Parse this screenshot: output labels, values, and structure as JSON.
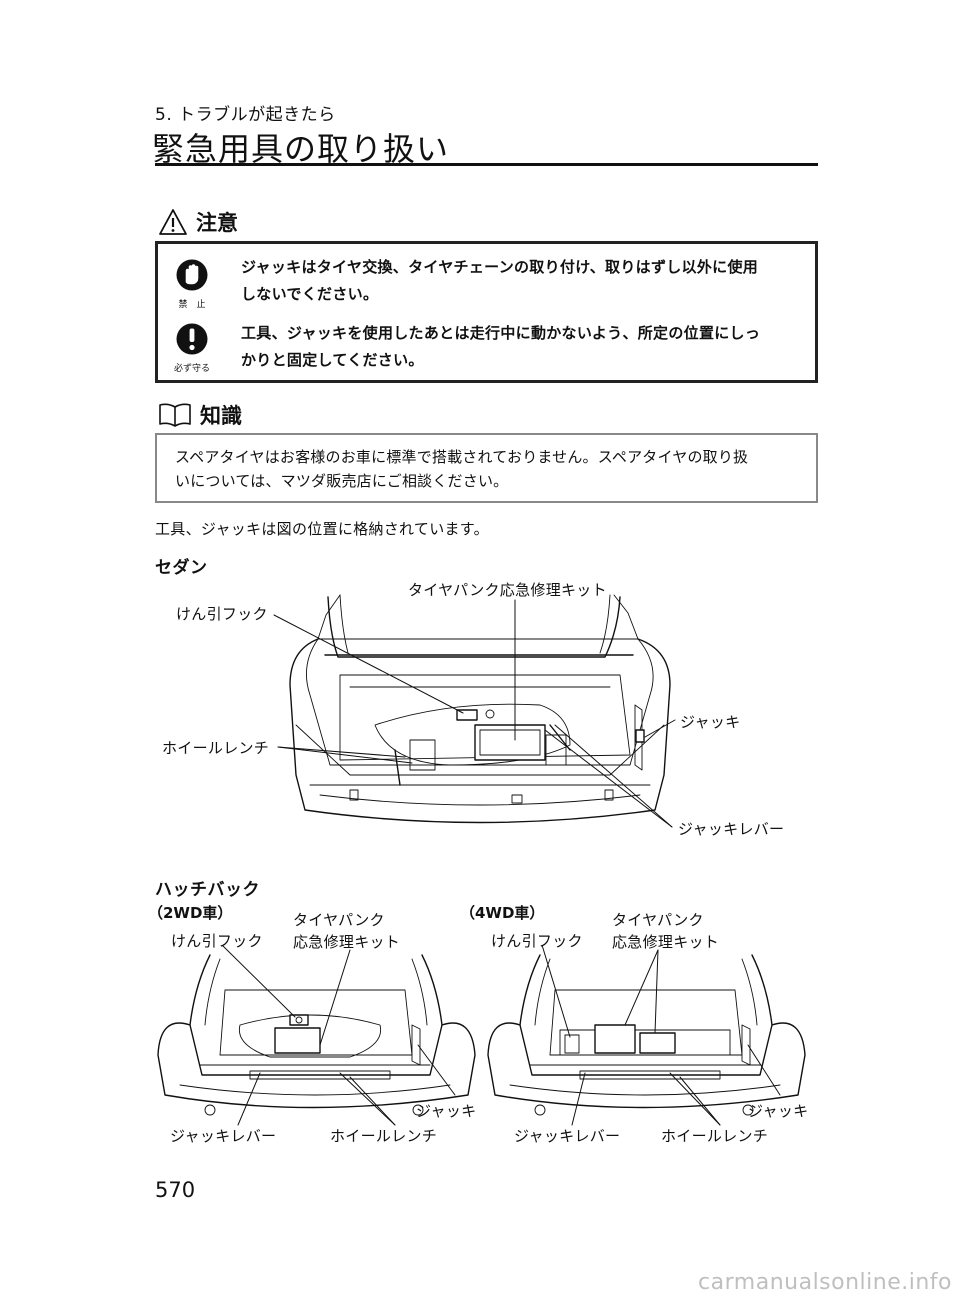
{
  "header": {
    "section_sub": "5. トラブルが起きたら",
    "section_title": "緊急用具の取り扱い"
  },
  "caution": {
    "heading": "注意",
    "items": [
      {
        "icon": "prohibited-hand-icon",
        "icon_caption": "禁　止",
        "line1": "ジャッキはタイヤ交換、タイヤチェーンの取り付け、取りはずし以外に使用",
        "line2": "しないでください。"
      },
      {
        "icon": "must-observe-exclamation-icon",
        "icon_caption": "必ず守る",
        "line1": "工具、ジャッキを使用したあとは走行中に動かないよう、所定の位置にしっ",
        "line2": "かりと固定してください。"
      }
    ]
  },
  "knowledge": {
    "heading": "知識",
    "line1": "スペアタイヤはお客様のお車に標準で搭載されておりません。スペアタイヤの取り扱",
    "line2": "いについては、マツダ販売店にご相談ください。"
  },
  "body_text": "工具、ジャッキは図の位置に格納されています。",
  "sedan": {
    "heading": "セダン",
    "labels": {
      "tow_hook": "けん引フック",
      "repair_kit": "タイヤパンク応急修理キット",
      "wheel_wrench": "ホイールレンチ",
      "jack": "ジャッキ",
      "jack_lever": "ジャッキレバー"
    }
  },
  "hatchback": {
    "heading": "ハッチバック",
    "left": {
      "variant": "（2WD車）",
      "tow_hook": "けん引フック",
      "repair_kit_line1": "タイヤパンク",
      "repair_kit_line2": "応急修理キット",
      "jack": "ジャッキ",
      "jack_lever": "ジャッキレバー",
      "wheel_wrench": "ホイールレンチ"
    },
    "right": {
      "variant": "（4WD車）",
      "tow_hook": "けん引フック",
      "repair_kit_line1": "タイヤパンク",
      "repair_kit_line2": "応急修理キット",
      "jack": "ジャッキ",
      "jack_lever": "ジャッキレバー",
      "wheel_wrench": "ホイールレンチ"
    }
  },
  "page_number": "570",
  "watermark": "carmanualsonline.info"
}
